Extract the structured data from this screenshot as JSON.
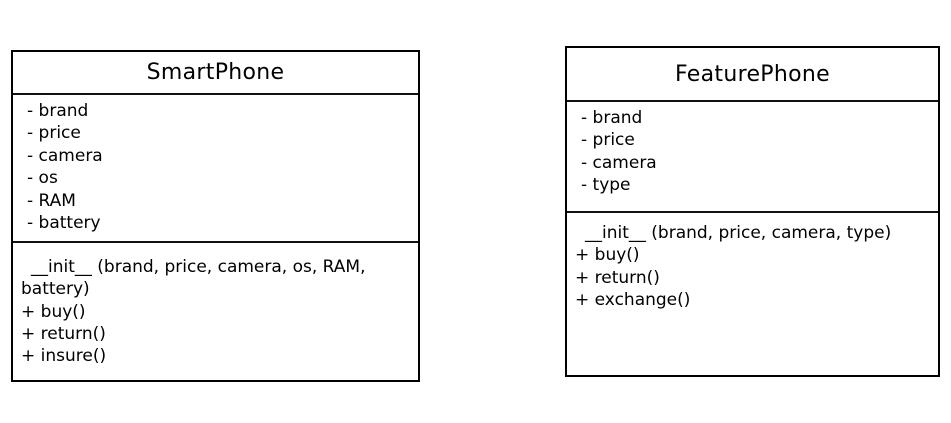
{
  "diagram": {
    "type": "uml-class-diagram",
    "background_color": "#ffffff",
    "border_color": "#000000",
    "text_color": "#000000",
    "classes": [
      {
        "name": "SmartPhone",
        "attributes": [
          "- brand",
          "- price",
          "- camera",
          "- os",
          "- RAM",
          "- battery"
        ],
        "methods": [
          "__init__ (brand, price, camera, os, RAM, battery)",
          "+ buy()",
          "+ return()",
          "+ insure()"
        ]
      },
      {
        "name": "FeaturePhone",
        "attributes": [
          "- brand",
          "- price",
          "- camera",
          "- type"
        ],
        "methods": [
          "__init__ (brand, price, camera, type)",
          "+ buy()",
          "+ return()",
          "+ exchange()"
        ]
      }
    ]
  }
}
